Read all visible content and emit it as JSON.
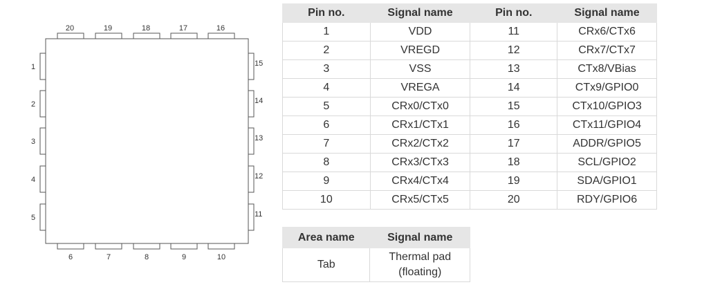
{
  "diagram": {
    "top_pins": [
      "20",
      "19",
      "18",
      "17",
      "16"
    ],
    "bottom_pins": [
      "6",
      "7",
      "8",
      "9",
      "10"
    ],
    "left_pins": [
      "1",
      "2",
      "3",
      "4",
      "5"
    ],
    "right_pins": [
      "15",
      "14",
      "13",
      "12",
      "11"
    ]
  },
  "pin_table": {
    "headers": [
      "Pin no.",
      "Signal name",
      "Pin no.",
      "Signal name"
    ],
    "rows": [
      [
        "1",
        "VDD",
        "11",
        "CRx6/CTx6"
      ],
      [
        "2",
        "VREGD",
        "12",
        "CRx7/CTx7"
      ],
      [
        "3",
        "VSS",
        "13",
        "CTx8/VBias"
      ],
      [
        "4",
        "VREGA",
        "14",
        "CTx9/GPIO0"
      ],
      [
        "5",
        "CRx0/CTx0",
        "15",
        "CTx10/GPIO3"
      ],
      [
        "6",
        "CRx1/CTx1",
        "16",
        "CTx11/GPIO4"
      ],
      [
        "7",
        "CRx2/CTx2",
        "17",
        "ADDR/GPIO5"
      ],
      [
        "8",
        "CRx3/CTx3",
        "18",
        "SCL/GPIO2"
      ],
      [
        "9",
        "CRx4/CTx4",
        "19",
        "SDA/GPIO1"
      ],
      [
        "10",
        "CRx5/CTx5",
        "20",
        "RDY/GPIO6"
      ]
    ]
  },
  "area_table": {
    "headers": [
      "Area name",
      "Signal name"
    ],
    "row": {
      "area": "Tab",
      "signal_line1": "Thermal pad",
      "signal_line2": "(floating)"
    }
  }
}
